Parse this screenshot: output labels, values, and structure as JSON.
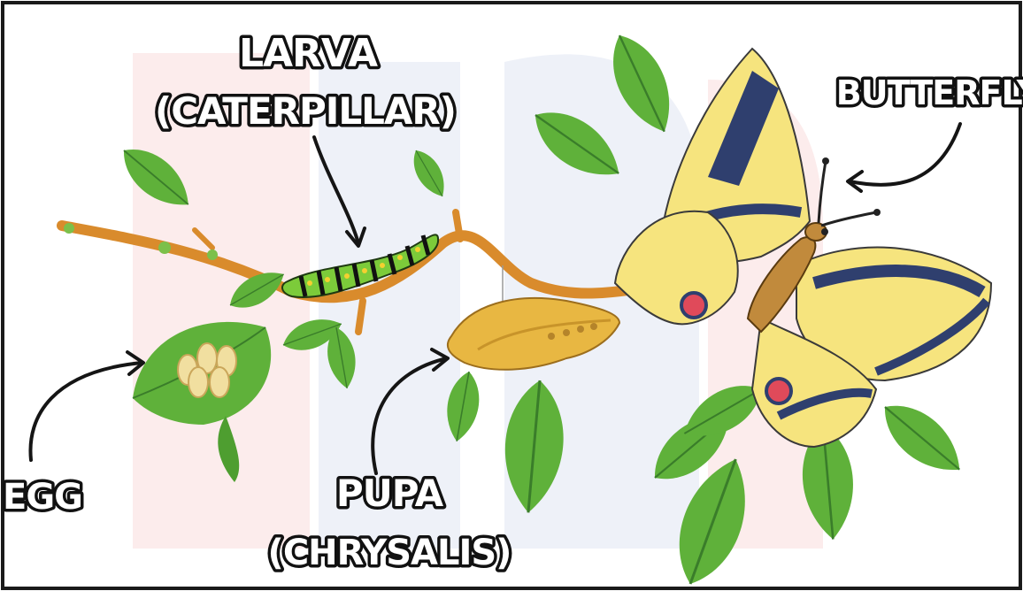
{
  "diagram": {
    "labels": {
      "larva_line1": "LARVA",
      "larva_line2": "(CATERPILLAR)",
      "butterfly": "BUTTERFLY",
      "egg": "EGG",
      "pupa_line1": "PUPA",
      "pupa_line2": "(CHRYSALIS)"
    },
    "colors": {
      "frame": "#1a1a1a",
      "branch": "#d98b2c",
      "leaf": "#5fb13a",
      "leaf_dark": "#3f8f2b",
      "butterfly_wing": "#f6e47e",
      "butterfly_band": "#2f3f6e",
      "chrysalis": "#e8b742",
      "egg": "#f1dfa0",
      "watermark_red": "#fbe7e7",
      "watermark_blue": "#eef1f8"
    },
    "icons": [
      "leaf-icon",
      "egg-icon",
      "caterpillar-icon",
      "chrysalis-icon",
      "butterfly-icon",
      "arrow-icon"
    ]
  }
}
